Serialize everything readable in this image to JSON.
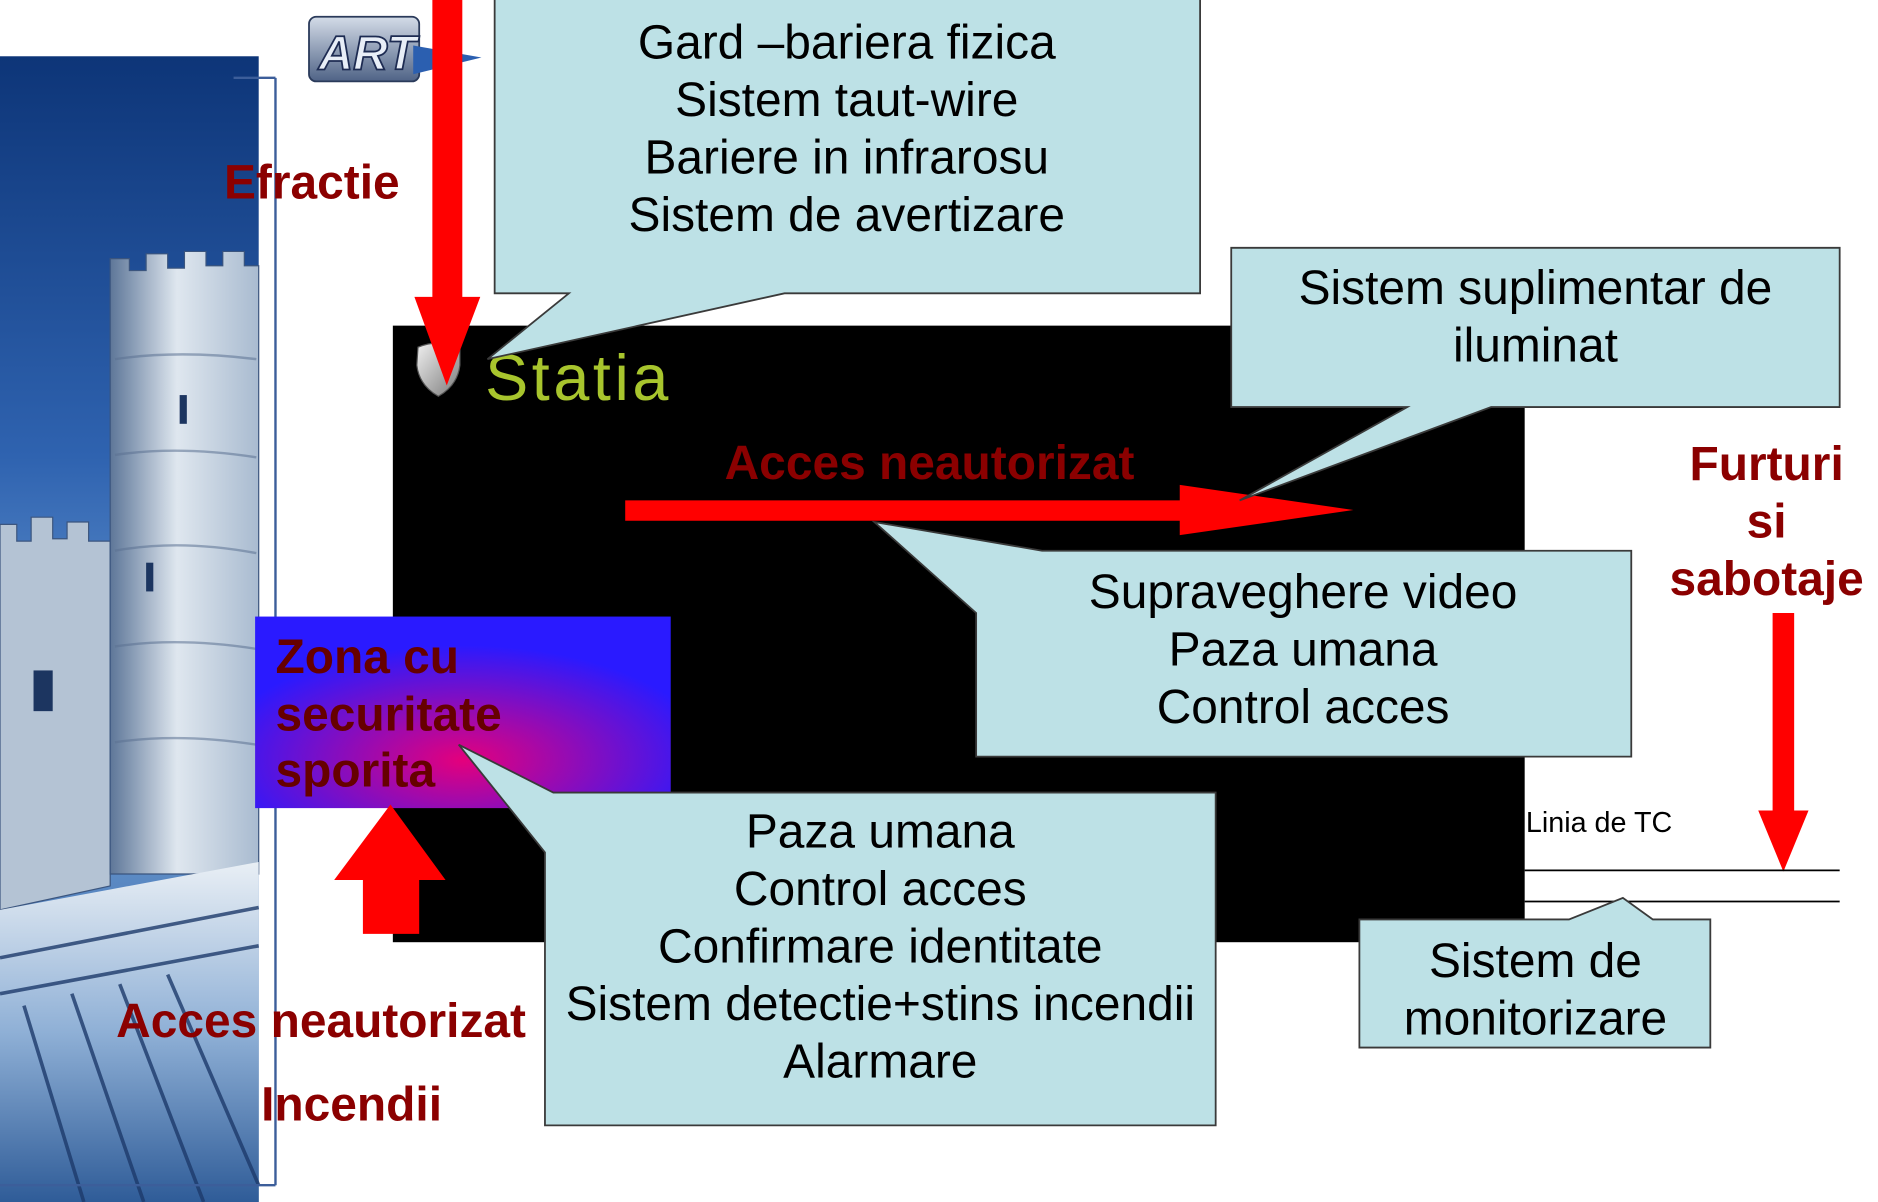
{
  "slide": {
    "logo": "ART",
    "station_title": "Statia",
    "threats": {
      "break_in": "Efractie",
      "unauthorized_access": "Acces neautorizat",
      "theft_sabotage": [
        "Furturi",
        "si",
        "sabotaje"
      ],
      "zone_unauthorized_access": "Acces neautorizat",
      "fire": "Incendii"
    },
    "secure_zone": [
      "Zona cu",
      "securitate",
      "sporita"
    ],
    "callouts": {
      "perimeter": [
        "Gard –bariera fizica",
        "Sistem taut-wire",
        "Bariere in infrarosu",
        "Sistem de avertizare"
      ],
      "lighting": [
        "Sistem suplimentar de",
        "iluminat"
      ],
      "surveillance": [
        "Supraveghere video",
        "Paza umana",
        "Control acces"
      ],
      "zone_measures": [
        "Paza umana",
        "Control acces",
        "Confirmare identitate",
        "Sistem detectie+stins incendii",
        "Alarmare"
      ],
      "monitoring": [
        "Sistem de",
        "monitorizare"
      ]
    },
    "line_label": "Linia de TC"
  },
  "icons": {
    "station": "shield-icon",
    "logo": "art-logo-icon"
  },
  "colors": {
    "arrow": "#FF0000",
    "threat_text": "#8B0000",
    "zone_text": "#660000",
    "callout_fill": "#BDE1E6",
    "station_background": "#000000",
    "station_title": "#A8C52D",
    "zone_center": "#E4007C",
    "zone_edge": "#2A1AFF"
  }
}
